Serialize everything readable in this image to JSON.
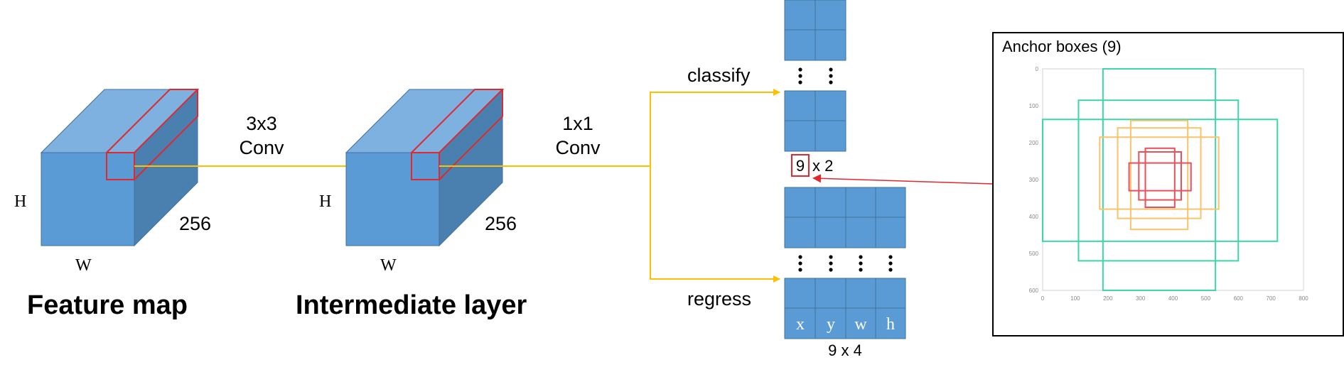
{
  "colors": {
    "cube_front": "#5B9BD5",
    "cube_top": "#7EB0E0",
    "cube_side": "#4A80B0",
    "cube_edge": "#41719C",
    "highlight": "#E0282E",
    "arrow": "#FFC000",
    "grid_fill": "#5B9BD5",
    "grid_line": "#41719C",
    "anchor_large": "#3DD6A8",
    "anchor_medium": "#F9C36A",
    "anchor_small": "#E8505A"
  },
  "feature_map": {
    "title": "Feature map",
    "height_label": "H",
    "width_label": "W",
    "depth_label": "256"
  },
  "conv_3x3": {
    "line1": "3x3",
    "line2": "Conv"
  },
  "intermediate_layer": {
    "title": "Intermediate layer",
    "height_label": "H",
    "width_label": "W",
    "depth_label": "256"
  },
  "conv_1x1": {
    "line1": "1x1",
    "line2": "Conv"
  },
  "classify": {
    "label": "classify",
    "count_label": "9",
    "size_suffix": "x 2"
  },
  "regress": {
    "label": "regress",
    "columns": [
      "x",
      "y",
      "w",
      "h"
    ],
    "size_label": "9 x 4"
  },
  "vertical_dots": "⋮",
  "anchor_panel": {
    "title": "Anchor boxes (9)",
    "x_ticks": [
      "0",
      "100",
      "200",
      "300",
      "400",
      "500",
      "600",
      "700",
      "800"
    ],
    "y_ticks": [
      "0",
      "100",
      "200",
      "300",
      "400",
      "500",
      "600"
    ],
    "xlim": [
      0,
      800
    ],
    "ylim": [
      0,
      600
    ],
    "boxes": [
      {
        "group": "large",
        "x1": 0,
        "y1": 137,
        "x2": 720,
        "y2": 467
      },
      {
        "group": "large",
        "x1": 110,
        "y1": 85,
        "x2": 600,
        "y2": 520
      },
      {
        "group": "large",
        "x1": 185,
        "y1": 0,
        "x2": 530,
        "y2": 600
      },
      {
        "group": "medium",
        "x1": 175,
        "y1": 185,
        "x2": 540,
        "y2": 380
      },
      {
        "group": "medium",
        "x1": 230,
        "y1": 160,
        "x2": 485,
        "y2": 405
      },
      {
        "group": "medium",
        "x1": 270,
        "y1": 140,
        "x2": 445,
        "y2": 435
      },
      {
        "group": "small",
        "x1": 265,
        "y1": 255,
        "x2": 455,
        "y2": 330
      },
      {
        "group": "small",
        "x1": 295,
        "y1": 225,
        "x2": 425,
        "y2": 355
      },
      {
        "group": "small",
        "x1": 315,
        "y1": 215,
        "x2": 405,
        "y2": 375
      }
    ]
  }
}
